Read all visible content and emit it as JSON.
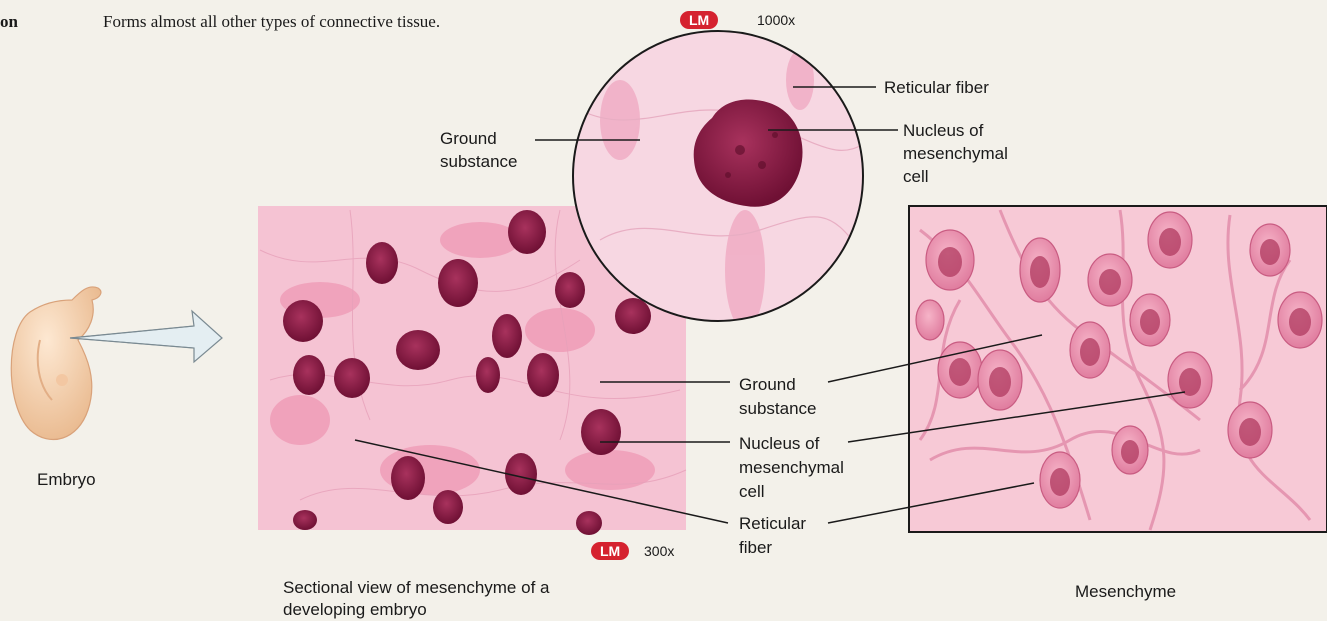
{
  "header": {
    "left_label": "on",
    "description": "Forms almost all other types of connective tissue."
  },
  "top_micrograph": {
    "badge": "LM",
    "magnification": "1000x",
    "labels": {
      "reticular_fiber": "Reticular fiber",
      "ground_substance_l1": "Ground",
      "ground_substance_l2": "substance",
      "nucleus_l1": "Nucleus of",
      "nucleus_l2": "mesenchymal",
      "nucleus_l3": "cell"
    }
  },
  "section_micrograph": {
    "badge": "LM",
    "magnification": "300x",
    "caption_l1": "Sectional view of mesenchyme of a",
    "caption_l2": "developing embryo"
  },
  "center_labels": {
    "ground_l1": "Ground",
    "ground_l2": "substance",
    "nucleus_l1": "Nucleus of",
    "nucleus_l2": "mesenchymal",
    "nucleus_l3": "cell",
    "reticular_l1": "Reticular",
    "reticular_l2": "fiber"
  },
  "embryo": {
    "label": "Embryo"
  },
  "illustration": {
    "caption": "Mesenchyme"
  },
  "colors": {
    "background": "#f3f1ea",
    "tissue_pink": "#f2bfd0",
    "nucleus": "#8c1a44",
    "badge_red": "#d5222f"
  }
}
